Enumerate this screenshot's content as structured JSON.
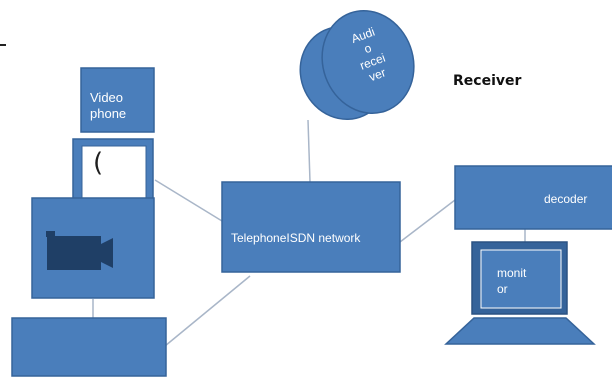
{
  "diagram": {
    "video_phone_line1": "Video",
    "video_phone_line2": "phone",
    "handset_glyph": "(",
    "network_label": "TelephoneISDN network",
    "decoder_label": "decoder",
    "monitor_line1": "monit",
    "monitor_line2": "or",
    "audio_lines": [
      "Audi",
      "o",
      "recei",
      "ver"
    ],
    "receiver_label": "Receiver"
  },
  "colors": {
    "box_fill": "#4a7ebb",
    "box_stroke": "#35639a",
    "connector": "#a9b6c8",
    "monitor_face": "#4a7ebb",
    "camera_body": "#1f3f66"
  },
  "icons": [
    "video-camera-icon",
    "handset-icon",
    "monitor-icon"
  ]
}
